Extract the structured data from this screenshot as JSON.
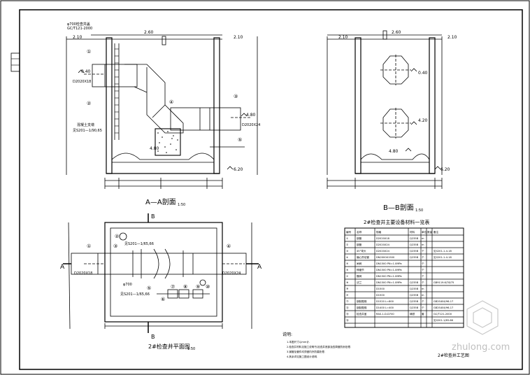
{
  "section_a": {
    "title": "A—A剖面",
    "scale": "1:50",
    "top_width": "2.60",
    "left_offset": "2.10",
    "right_offset": "2.10",
    "ref_left": "φ700检查井盖",
    "ref_left2": "GC/T121-2000",
    "el_040": "0.40",
    "pipe_left": "D2020X18",
    "el_480": "4.80",
    "pipe_right": "D2020X24",
    "support_label": "混凝土支墩",
    "support_ref": "见S201—1/90,65",
    "el_480b": "4.80",
    "el_620": "6.20",
    "marks": [
      "①",
      "②",
      "③",
      "④",
      "⑤"
    ]
  },
  "section_b": {
    "title": "B—B剖面",
    "scale": "1:50",
    "top_width": "2.60",
    "left_offset": "2.10",
    "right_offset": "2.10",
    "el_040": "0.40",
    "el_420": "4.20",
    "el_480": "4.80",
    "el_620": "6.20"
  },
  "plan": {
    "title": "2#检查井平面图",
    "scale": "1:50",
    "cut_a_left": "A",
    "cut_a_right": "A",
    "cut_b_top": "B",
    "cut_b_bottom": "B",
    "pipe_left": "D2020X18",
    "pipe_right": "D2020X24",
    "ref_a": "见S201—1/65,66",
    "ref_b": "φ700",
    "ref_c": "见S201—1/65,66",
    "marks": [
      "①",
      "②",
      "③",
      "④",
      "⑤",
      "⑥",
      "⑦",
      "⑧",
      "⑨",
      "⑩"
    ]
  },
  "table": {
    "title": "2#检查井主要设备材料一览表",
    "headers": [
      "编号",
      "名称",
      "规格",
      "材料",
      "单位",
      "数量",
      "备注"
    ],
    "rows": [
      [
        "①",
        "钢管",
        "D2020X18",
        "Q235B",
        "m",
        "",
        ""
      ],
      [
        "②",
        "钢管",
        "D2020X24",
        "Q235B",
        "m",
        "",
        ""
      ],
      [
        "③",
        "45°弯头",
        "D2020X24",
        "Q235B",
        "个",
        "",
        "见S201-1-4-18"
      ],
      [
        "④",
        "偏心异径管",
        "DN2000X1500",
        "Q235B",
        "个",
        "",
        "见S201-1-4-18"
      ],
      [
        "⑤",
        "闸阀",
        "DN1500 PN=1.0MPa",
        "",
        "个",
        "",
        ""
      ],
      [
        "⑥",
        "伸缩节",
        "DN1500 PN=1.0MPa",
        "",
        "个",
        "",
        ""
      ],
      [
        "⑦",
        "蝶阀",
        "DN1500 PN=1.0MPa",
        "",
        "个",
        "",
        ""
      ],
      [
        "⑧",
        "法兰",
        "DN1500 PN=1.0MPa",
        "Q235B",
        "个",
        "",
        "GB9119.6/78/75"
      ],
      [
        "⑨",
        "",
        "D1500",
        "Q235B",
        "m",
        "",
        ""
      ],
      [
        "⑩",
        "",
        "D1500",
        "Q235B",
        "m",
        "",
        ""
      ],
      [
        "⑪",
        "钢制爬梯",
        "D1520 L=800",
        "Q235B",
        "个",
        "",
        "GB2S404/96-17"
      ],
      [
        "⑫",
        "钢制爬梯",
        "D1400 L=400",
        "Q235B",
        "个",
        "",
        "GB2S404/96-17"
      ],
      [
        "⑬",
        "检查井盖",
        "RAS-1-D-D700",
        "铸铁",
        "套",
        "",
        "GC/T121-2000"
      ],
      [
        "⑭",
        "",
        "",
        "",
        "",
        "",
        "见S201-1/65-66"
      ]
    ]
  },
  "notes": {
    "title": "说明:",
    "lines": [
      "1.本图尺寸以mm计.",
      "2.检查井材料见施工说明书,检查井底部及四周做防渗处理.",
      "3.钢管及管件均须做内外防腐处理.",
      "4.其余详见施工图设计说明."
    ]
  },
  "footer": {
    "label": "2#检查井工艺图"
  },
  "watermark": {
    "text": "zhulong.com"
  }
}
